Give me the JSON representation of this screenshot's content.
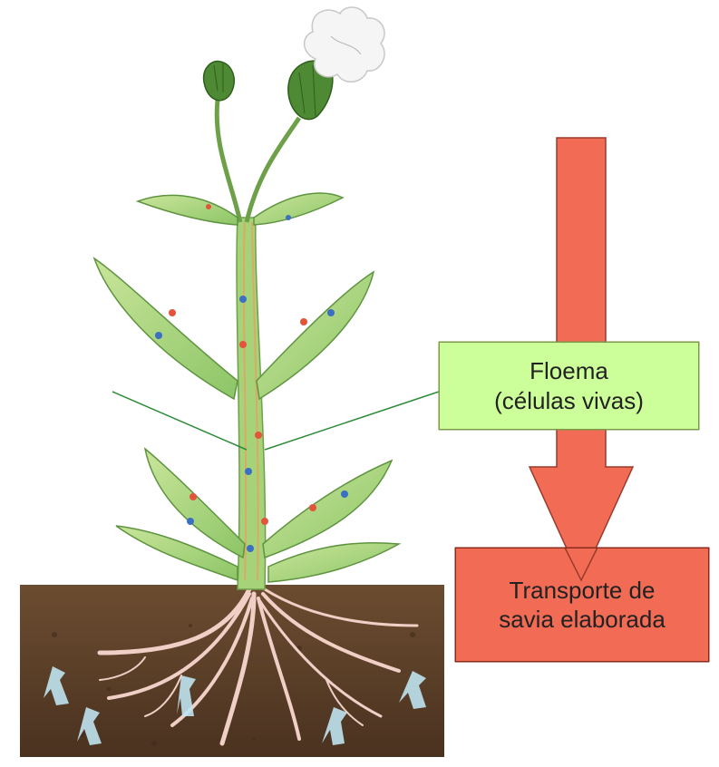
{
  "labels": {
    "phloem_title": "Floema",
    "phloem_subtitle": "(células vivas)",
    "transport_line1": "Transporte de",
    "transport_line2": "savia elaborada"
  },
  "colors": {
    "arrow_fill": "#f26b55",
    "arrow_stroke": "#9a3a2a",
    "phloem_box_fill": "#ccff99",
    "transport_box_fill": "#f26b55",
    "leader_line": "#2e8b3a",
    "soil": "#5a3e27",
    "stem": "#a6d27a",
    "root": "#f0cfc6",
    "water_arrow": "#bfe3ef"
  },
  "icons": [
    "flower-icon",
    "water-arrow-icon"
  ]
}
